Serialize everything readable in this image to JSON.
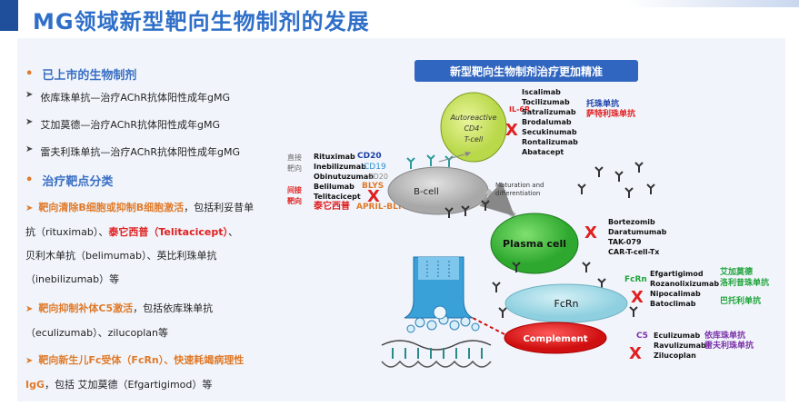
{
  "title": "MG领域新型靶向生物制剂的发展",
  "left": {
    "section1": "已上市的生物制剂",
    "items": [
      "依库珠单抗—治疗AChR抗体阳性成年gMG",
      "艾加莫德—治疗AChR抗体阳性成年gMG",
      "雷夫利珠单抗—治疗AChR抗体阳性成年gMG"
    ],
    "section2": "治疗靶点分类",
    "b_cell": {
      "lead": "靶向清除B细胞或抑制B细胞激活",
      "t1": "，包括利妥昔单",
      "t2": "抗（rituximab）、",
      "red": "泰它西普（Telitacicept）",
      "t3": "、",
      "t4": "贝利木单抗（belimumab）、英比利珠单抗",
      "t5": "（inebilizumab）等"
    },
    "complement": {
      "lead": "靶向抑制补体C5激活",
      "t1": "，包括依库珠单抗",
      "t2": "（eculizumab）、zilucoplan等"
    },
    "fcrn": {
      "lead": "靶向新生儿Fc受体（FcRn）、快速耗竭病理性",
      "lead2": "IgG",
      "t1": "，包括 艾加莫德（Efgartigimod）等"
    }
  },
  "diagram": {
    "banner": "新型靶向生物制剂治疗更加精准",
    "tcell": [
      "Autoreactive",
      "CD4⁺",
      "T-cell"
    ],
    "il6r": "IL-6R",
    "il_drugs": [
      "Iscalimab",
      "Tocilizumab",
      "Satralizumab",
      "Brodalumab",
      "Secukinumab",
      "Rontalizumab",
      "Abatacept"
    ],
    "il_cn": [
      "托珠单抗",
      "萨特利珠单抗"
    ],
    "direct_label": [
      "直接",
      "靶向"
    ],
    "indirect_label": [
      "间接",
      "靶向"
    ],
    "b_drugs": [
      "Rituximab",
      "Inebilizumab",
      "Obinutuzumab",
      "Belilumab",
      "Telitacicept"
    ],
    "cd20": "CD20",
    "cd19": "CD19",
    "cd20b": "CD20",
    "blys": "BLYS",
    "april": "APRIL-BLYS",
    "telitacicept_cn": "泰它西普",
    "bcell": "B-cell",
    "maturation": [
      "Maturation and",
      "differentiation"
    ],
    "plasma": "Plasma cell",
    "plasma_drugs": [
      "Bortezomib",
      "Daratumumab",
      "TAK-079",
      "CAR-T-cell-Tx"
    ],
    "fcrn_label": "FcRn",
    "fcrn_cell": "FcRn",
    "fcrn_drugs": [
      "Efgartigimod",
      "Rozanolixizumab",
      "Nipocalimab",
      "Batoclimab"
    ],
    "fcrn_cn": [
      "艾加莫德",
      "洛利昔珠单抗",
      "巴托利单抗"
    ],
    "c5": "C5",
    "complement": "Complement",
    "c5_drugs": [
      "Eculizumab",
      "Ravulizumab",
      "Zilucoplan"
    ],
    "c5_cn": [
      "依库珠单抗",
      "雷夫利珠单抗"
    ],
    "x": "X",
    "colors": {
      "blue": "#2f6fc9",
      "orange": "#e07a2a",
      "red": "#e02020",
      "green": "#1fa33a",
      "purple": "#7a2fa8"
    }
  }
}
